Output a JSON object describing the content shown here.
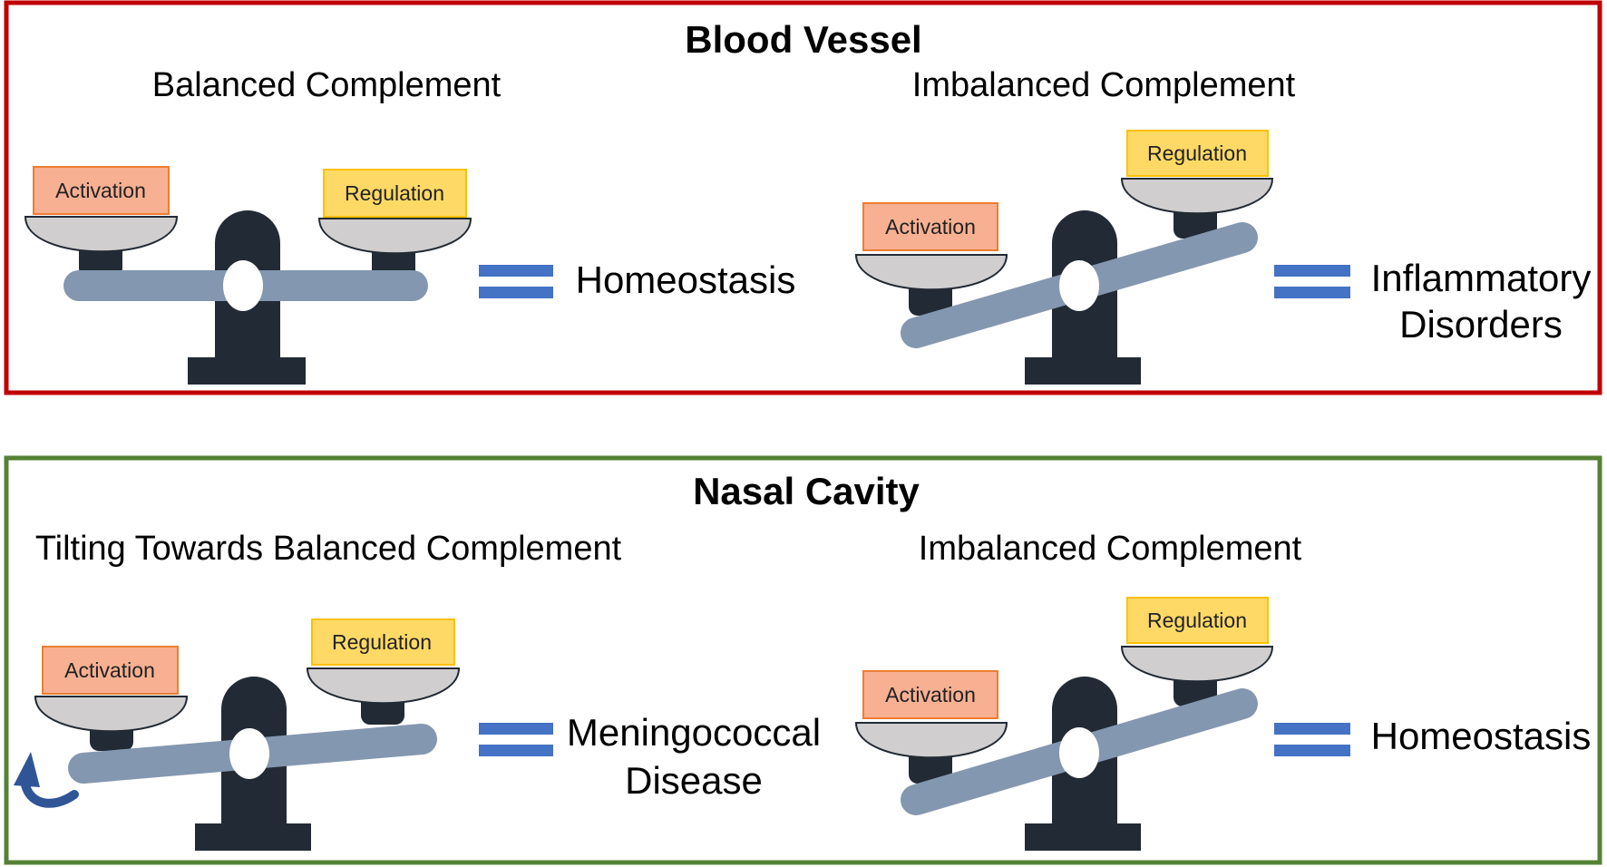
{
  "colors": {
    "top_panel_border": "#c00000",
    "bottom_panel_border": "#548235",
    "activation_fill": "#f7b092",
    "activation_border": "#ed7d31",
    "regulation_fill": "#ffd966",
    "regulation_border": "#ffc000",
    "scale_post": "#222a35",
    "scale_beam": "#8497b0",
    "scale_pan": "#d0cece",
    "equals_sign": "#4472c4",
    "arrow": "#2f5597"
  },
  "panels": {
    "top": {
      "title": "Blood Vessel",
      "left": {
        "subtitle": "Balanced Complement",
        "activation": "Activation",
        "regulation": "Regulation",
        "result": [
          "Homeostasis"
        ]
      },
      "right": {
        "subtitle": "Imbalanced Complement",
        "activation": "Activation",
        "regulation": "Regulation",
        "result": [
          "Inflammatory",
          "Disorders"
        ]
      }
    },
    "bottom": {
      "title": "Nasal Cavity",
      "left": {
        "subtitle": "Tilting Towards Balanced Complement",
        "activation": "Activation",
        "regulation": "Regulation",
        "result": [
          "Meningococcal",
          "Disease"
        ],
        "arrow_icon": "curved-up-arrow-icon"
      },
      "right": {
        "subtitle": "Imbalanced Complement",
        "activation": "Activation",
        "regulation": "Regulation",
        "result": [
          "Homeostasis"
        ]
      }
    }
  }
}
